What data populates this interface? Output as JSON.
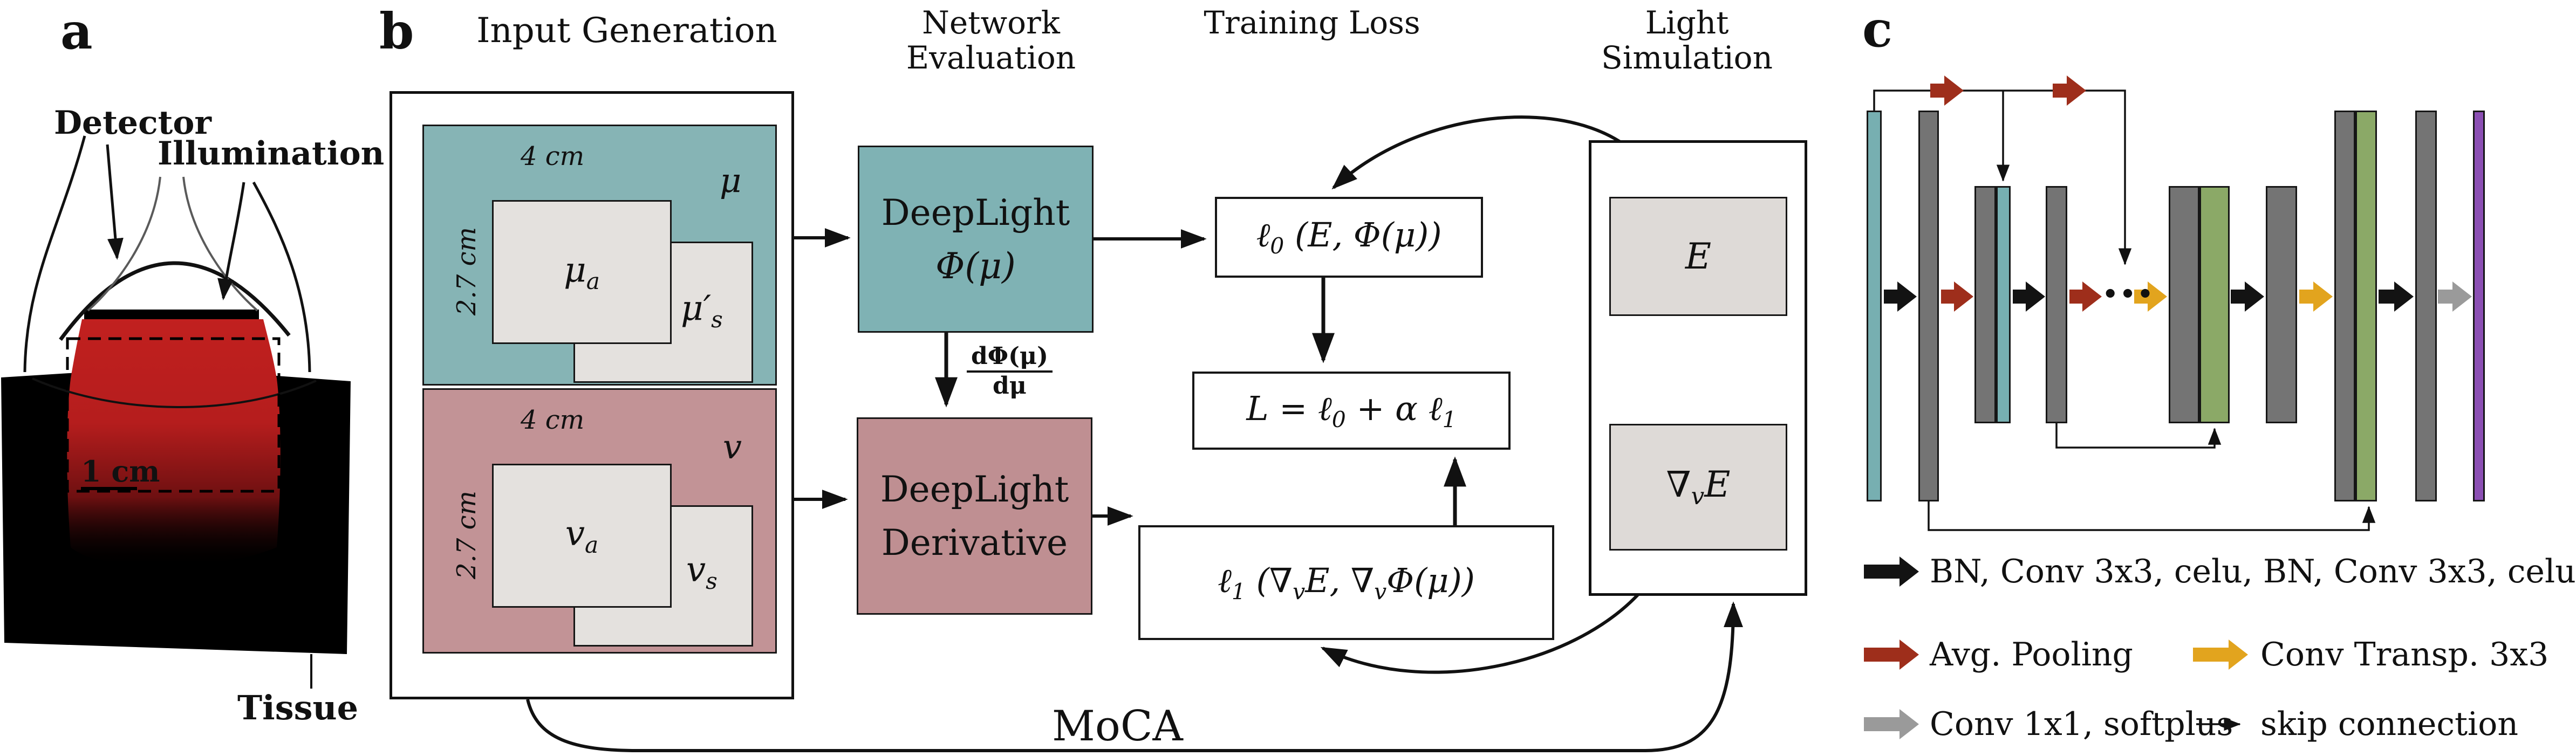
{
  "panel_a": {
    "label": "a",
    "detector_label": "Detector",
    "illumination_label": "Illumination",
    "tissue_label": "Tissue",
    "scale_label": "1 cm"
  },
  "panel_b": {
    "label": "b",
    "input_generation_title": "Input Generation",
    "mu_map": {
      "label": "μ",
      "width_dim": "4 cm",
      "height_dim": "2.7 cm",
      "absorption": {
        "base": "μ",
        "sub": "a"
      },
      "scattering": {
        "base": "μ′",
        "sub": "s"
      }
    },
    "v_map": {
      "label": "v",
      "width_dim": "4 cm",
      "height_dim": "2.7 cm",
      "absorption": {
        "base": "v",
        "sub": "a"
      },
      "scattering": {
        "base": "v",
        "sub": "s"
      }
    },
    "network_evaluation_title": {
      "line1": "Network",
      "line2": "Evaluation"
    },
    "deeplight_box": {
      "line1": "DeepLight",
      "line2": "Φ(μ)"
    },
    "gradient_label": {
      "num": "dΦ(μ)",
      "den": "dμ"
    },
    "derivative_box": {
      "line1": "DeepLight",
      "line2": "Derivative"
    },
    "training_loss_title": "Training Loss",
    "loss0": {
      "base": "ℓ",
      "sub": "0",
      "rest": " (E, Φ(μ))"
    },
    "loss_total": {
      "p1": "L = ℓ",
      "s1": "0",
      "p2": " + α ℓ",
      "s2": "1"
    },
    "loss1": {
      "base": "ℓ",
      "sub": "1",
      "p1": " (∇",
      "s1": "v",
      "p2": "E, ∇",
      "s2": "v",
      "p3": "Φ(μ))"
    },
    "light_simulation_title": {
      "line1": "Light",
      "line2": "Simulation"
    },
    "fluence_label": "E",
    "fluence_grad": {
      "p1": "∇",
      "sub": "v",
      "p2": "E"
    },
    "moca_label": "MoCA"
  },
  "panel_c": {
    "label": "c",
    "ellipsis": "•••",
    "arrow_colors": {
      "black": "#131313",
      "red": "#9e2e1b",
      "yellow": "#e2a41e",
      "gray": "#9a9a9a"
    },
    "bar_colors": {
      "teal": "#77afb1",
      "gray": "#747474",
      "green": "#8ba967",
      "purple": "#8b4fb3"
    },
    "legend": [
      {
        "color": "#131313",
        "text": "BN, Conv 3x3, celu, BN, Conv 3x3, celu"
      },
      {
        "color": "#9e2e1b",
        "text": "Avg. Pooling"
      },
      {
        "color": "#e2a41e",
        "text": "Conv Transp. 3x3"
      },
      {
        "color": "#9a9a9a",
        "text": "Conv 1x1, softplus"
      },
      {
        "color": "#131313",
        "text": "skip connection"
      }
    ]
  },
  "figure_colors": {
    "input_teal": "#86b4b5",
    "input_pink": "#c29396",
    "deeplight_teal": "#7fb2b4",
    "derivative_pink": "#bf8f92",
    "map_gray": "#e4e1de",
    "sim_gray": "#dedad7",
    "tissue_red": "#c1201f"
  }
}
